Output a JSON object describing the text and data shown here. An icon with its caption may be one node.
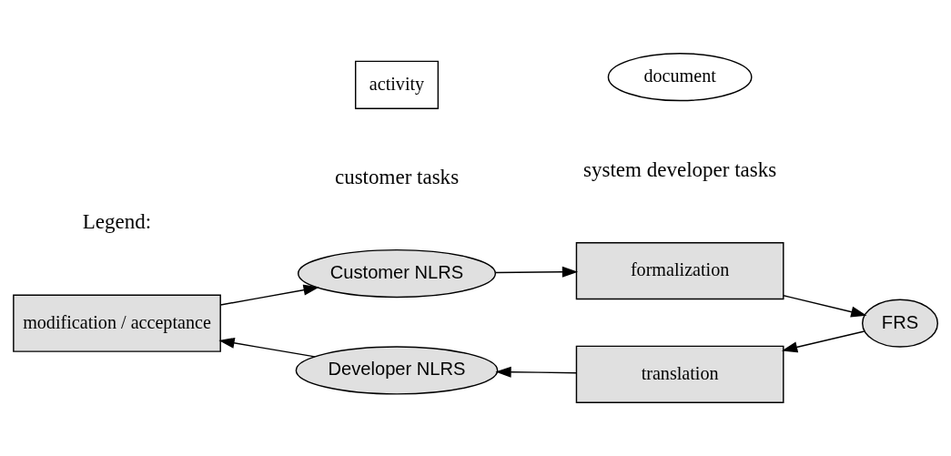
{
  "diagram": {
    "nodes": [
      {
        "text": [
          "modification / acceptance"
        ]
      },
      {
        "text": [
          "Customer NLRS"
        ]
      },
      {
        "text": [
          "formalization"
        ]
      },
      {
        "text": [
          "FRS"
        ]
      },
      {
        "text": [
          "translation"
        ]
      },
      {
        "text": [
          "Developer NLRS"
        ]
      }
    ],
    "edges": [
      {
        "from": 0,
        "to": 1,
        "arrow": "to"
      },
      {
        "from": 1,
        "to": 2,
        "arrow": "to"
      },
      {
        "from": 2,
        "to": 3,
        "arrow": "to"
      },
      {
        "from": 3,
        "to": 4,
        "arrow": "to"
      },
      {
        "from": 4,
        "to": 5,
        "arrow": "to"
      },
      {
        "from": 5,
        "to": 0,
        "arrow": "to"
      }
    ],
    "labels": [
      "customer tasks",
      "system developer tasks",
      "Legend:"
    ],
    "legend": [
      {
        "text": "activity"
      },
      {
        "text": "document"
      }
    ]
  }
}
